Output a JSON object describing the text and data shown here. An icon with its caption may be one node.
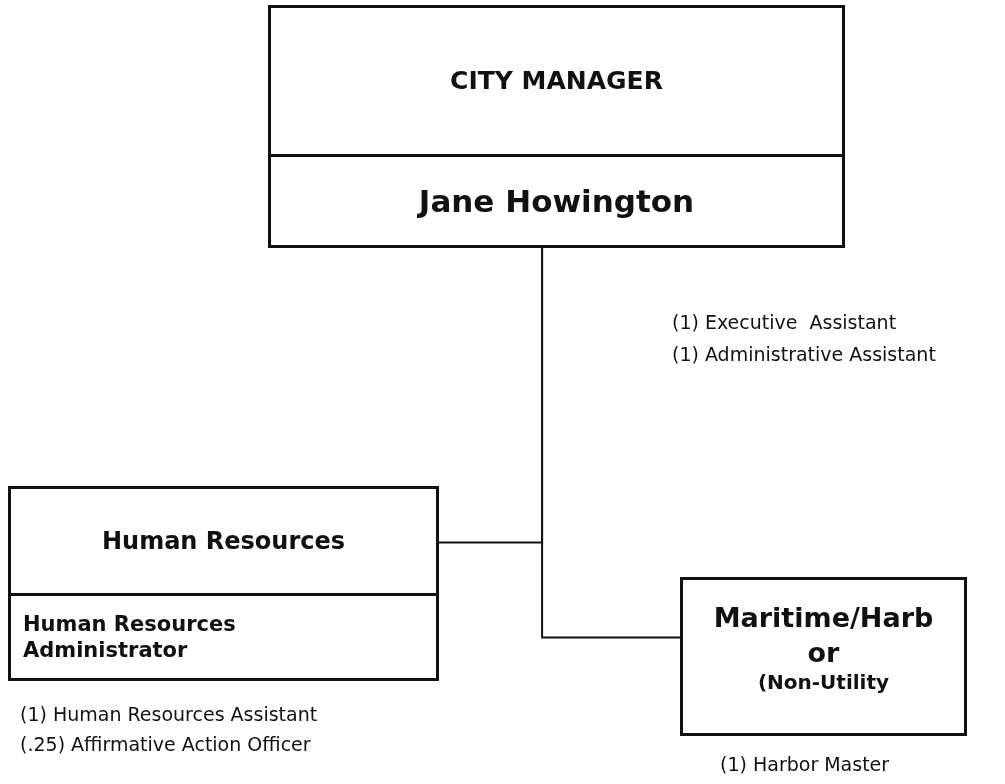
{
  "diagram": {
    "nodes": [
      {
        "text": [
          "CITY MANAGER",
          "Jane Howington"
        ]
      },
      {
        "text": [
          "Human Resources",
          "Human Resources Administrator"
        ],
        "beside": [
          "(1) Human Resources Assistant",
          "(.25) Affirmative Action Officer"
        ]
      },
      {
        "text": [
          "Maritime/Harb or",
          "(Non-Utility"
        ],
        "beside": [
          "(1) Harbor Master"
        ]
      }
    ],
    "edges": [
      {
        "from": 0,
        "to": 1,
        "arrow": "none"
      },
      {
        "from": 0,
        "to": 2,
        "arrow": "none"
      }
    ],
    "labels": [
      "(1) Executive  Assistant",
      "(1) Administrative Assistant"
    ]
  }
}
